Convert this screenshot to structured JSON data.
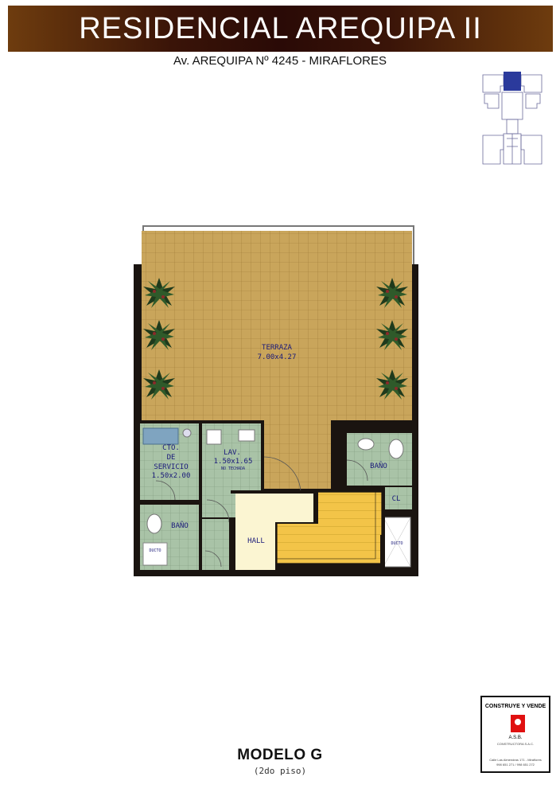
{
  "header": {
    "title": "RESIDENCIAL AREQUIPA II"
  },
  "address": "Av. AREQUIPA Nº 4245 - MIRAFLORES",
  "plan": {
    "rooms": {
      "terraza": "TERRAZA",
      "terraza_dim": "7.00x4.27",
      "cto": "CTO.",
      "de": "DE",
      "servicio": "SERVICIO",
      "servicio_dim": "1.50x2.00",
      "lav": "LAV.",
      "lav_dim": "1.50x1.65",
      "lav_note": "NO TECHADA",
      "bano_right": "BAÑO",
      "cl": "CL",
      "bano_left": "BAÑO",
      "hall": "HALL",
      "ducto_left": "DUCTO",
      "ducto_right": "DUCTO"
    }
  },
  "model": {
    "name": "MODELO G",
    "floor": "(2do piso)"
  },
  "logo": {
    "tagline": "CONSTRUYE Y VENDE",
    "company": "A.S.B.",
    "subtitle": "CONSTRUCTORA S.A.C.",
    "address_line1": "Calle Las Almendras 171 - Miraflores",
    "address_line2": "998 651 271 / 998 651 272"
  },
  "colors": {
    "header_dark": "#2a0a06",
    "header_light": "#6e3c0e",
    "terrace": "#c9a55b",
    "tile": "#a9c3a7",
    "hall": "#fbf5d2",
    "stairs": "#f3c448",
    "wall": "#1a1410",
    "keyplan_highlight": "#2b3a9c"
  }
}
